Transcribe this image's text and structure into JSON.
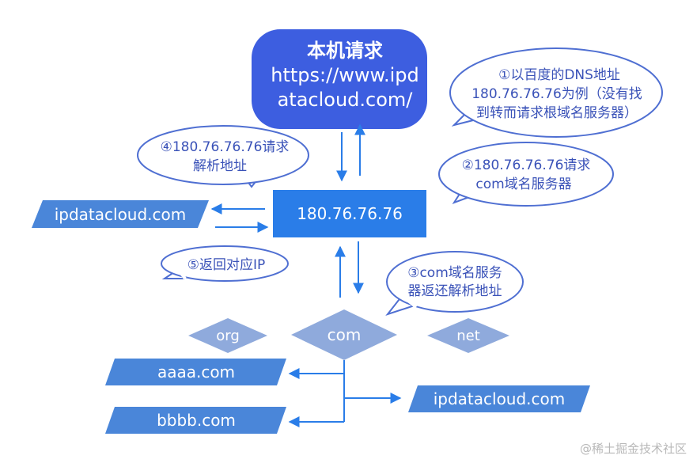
{
  "top_node": {
    "line1": "本机请求",
    "line2": "https://www.ipd",
    "line3": "atacloud.com/"
  },
  "center_node": {
    "label": "180.76.76.76"
  },
  "bubbles": {
    "b1": {
      "line1": "①以百度的DNS地址",
      "line2": "180.76.76.76为例（没有找",
      "line3": "到转而请求根域名服务器）"
    },
    "b2": {
      "line1": "②180.76.76.76请求",
      "line2": "com域名服务器"
    },
    "b3": {
      "line1": "③com域名服务",
      "line2": "器返还解析地址"
    },
    "b4": {
      "line1": "④180.76.76.76请求",
      "line2": "解析地址"
    },
    "b5": {
      "line1": "⑤返回对应IP"
    }
  },
  "tld_nodes": {
    "org": "org",
    "com": "com",
    "net": "net"
  },
  "domain_boxes": {
    "left": "ipdatacloud.com",
    "aaaa": "aaaa.com",
    "bbbb": "bbbb.com",
    "right": "ipdatacloud.com"
  },
  "watermark": "@稀土掘金技术社区",
  "colors": {
    "top_node": "#3d5ee0",
    "center_node": "#2a7de8",
    "domain_box": "#4a86d9",
    "tld_diamond": "#8faadc",
    "arrow": "#2a7de8",
    "bubble_border": "#4f6fd2",
    "bubble_text": "#3a52b8"
  }
}
